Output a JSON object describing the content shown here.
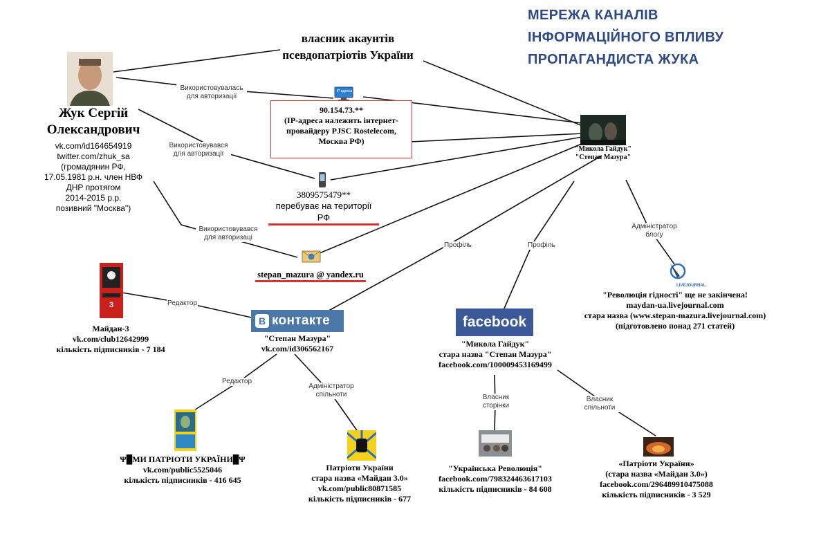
{
  "title": [
    "МЕРЕЖА КАНАЛІВ",
    "ІНФОРМАЦІЙНОГО ВПЛИВУ",
    "ПРОПАГАНДИСТА ЖУКА"
  ],
  "owner_label": [
    "власник акаунтів",
    "псевдопатріотів України"
  ],
  "person": {
    "name_line1": "Жук Сергій",
    "name_line2": "Олександрович",
    "details": [
      "vk.com/id164654919",
      "twitter.com/zhuk_sa",
      "(громадянин РФ,",
      "17.05.1981 р.н. член НВФ",
      "ДНР протягом",
      "2014-2015 р.р.",
      "позивний \"Москва\")"
    ]
  },
  "ip": {
    "icon_label": "IP адреса",
    "address": "90.154.73.**",
    "lines": [
      "(IP-адреса належить інтернет-",
      "провайдеру PJSC Rostelecom,",
      "Москва РФ)"
    ]
  },
  "phone": {
    "number": "3809575479**",
    "note": "перебуває на території РФ"
  },
  "email": {
    "address": "stepan_mazura @ yandex.ru"
  },
  "alias": {
    "line1": "\"Микола Гайдук\"",
    "line2": "\"Степан Мазура\""
  },
  "edge_labels": {
    "used_auth_f": [
      "Використовувалась",
      "для авторизації"
    ],
    "used_auth_m1": [
      "Використовувався",
      "для авторизації"
    ],
    "used_auth_m2": [
      "Використовувався",
      "для авторизаці"
    ],
    "profile": "Профіль",
    "admin_blog": [
      "Адміністратор",
      "блогу"
    ],
    "editor": "Редактор",
    "admin_community": [
      "Адміністратор",
      "спільноти"
    ],
    "owner_page": [
      "Власник",
      "сторінки"
    ],
    "owner_community": [
      "Власник",
      "спільноти"
    ]
  },
  "vk": {
    "logo": "контакте",
    "name": "\"Степан Мазура\"",
    "url": "vk.com/id306562167"
  },
  "facebook": {
    "logo": "facebook",
    "name": "\"Микола Гайдук\"",
    "old_name": "стара назва \"Степан Мазура\"",
    "url": "facebook.com/100009453169499"
  },
  "livejournal": {
    "logo": "LIVEJOURNAL",
    "title": "\"Революція гідності\" ще не закінчена!",
    "url": "maydan-ua.livejournal.com",
    "old_name": "стара назва (www.stepan-mazura.livejournal.com)",
    "note": "(підготовлено понад 271 статей)"
  },
  "maidan3": {
    "name": "Майдан-3",
    "url": "vk.com/club12642999",
    "subs": "кількість підписників - 7 184"
  },
  "my_patrioty": {
    "name": "Ψ█МИ ПАТРІОТИ УКРАЇНИ█Ψ",
    "url": "vk.com/public5525046",
    "subs": "кількість підписників - 416 645"
  },
  "patrioty_vk": {
    "name": "Патріоти України",
    "old_name": "стара назва «Майдан 3.0»",
    "url": "vk.com/public80871585",
    "subs": "кількість підписників - 677"
  },
  "ukr_revolution": {
    "name": "\"Українська Революція\"",
    "url": "facebook.com/798324463617103",
    "subs": "кількість підписників - 84 608"
  },
  "patrioty_fb": {
    "name": "«Патріоти України»",
    "old_name": "(стара назва «Майдан 3.0»)",
    "url": "facebook.com/296489910475088",
    "subs": "кількість підписників - 3 529"
  },
  "colors": {
    "title": "#2e4a86",
    "vk": "#4a76a8",
    "facebook": "#3b5998",
    "red": "#d9342b"
  }
}
